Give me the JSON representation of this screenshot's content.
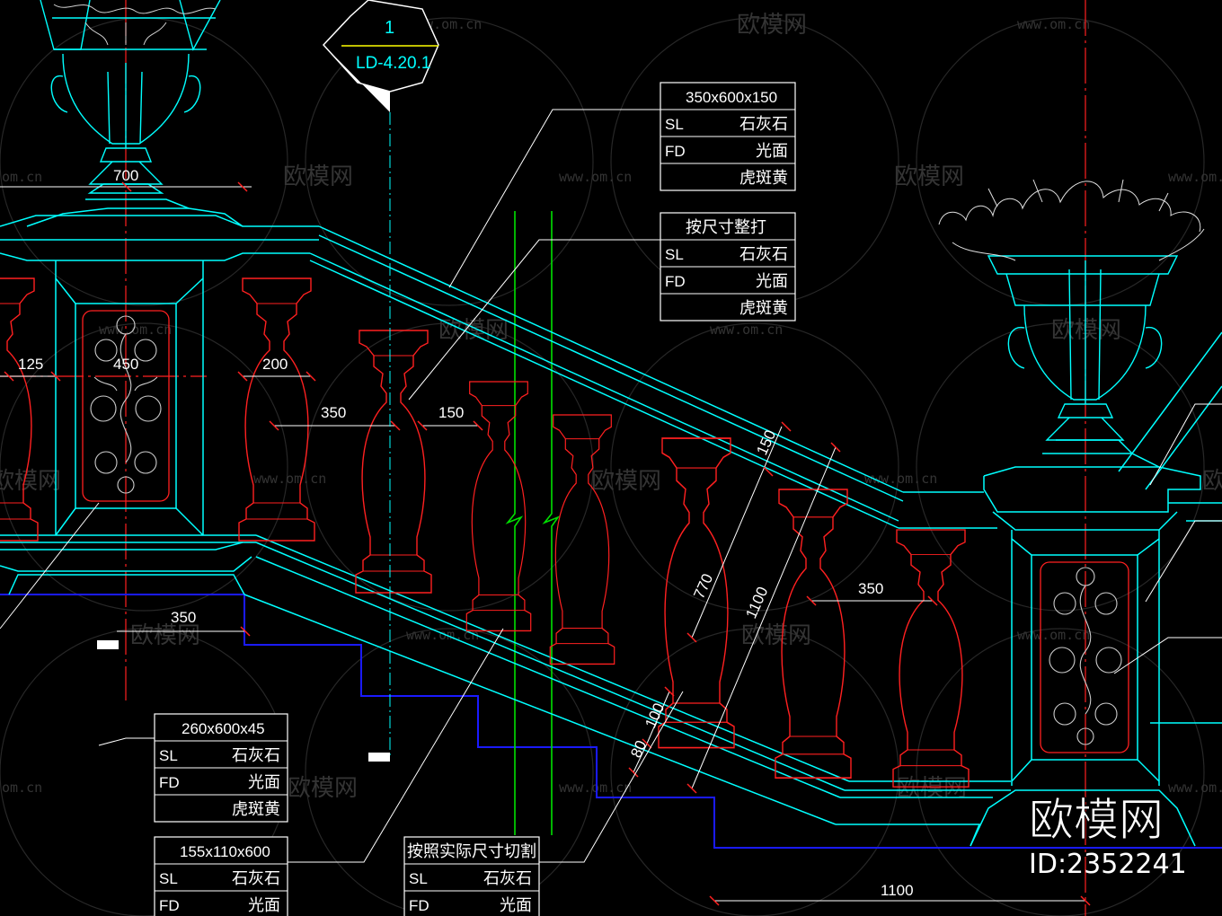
{
  "section_marker": {
    "number": "1",
    "ref": "LD-4.20.1"
  },
  "spec_tables": [
    {
      "header": "350x600x150",
      "rows": [
        [
          "SL",
          "石灰石"
        ],
        [
          "FD",
          "光面"
        ],
        [
          "",
          "虎斑黄"
        ]
      ]
    },
    {
      "header": "按尺寸整打",
      "rows": [
        [
          "SL",
          "石灰石"
        ],
        [
          "FD",
          "光面"
        ],
        [
          "",
          "虎斑黄"
        ]
      ]
    },
    {
      "header": "260x600x45",
      "rows": [
        [
          "SL",
          "石灰石"
        ],
        [
          "FD",
          "光面"
        ],
        [
          "",
          "虎斑黄"
        ]
      ]
    },
    {
      "header": "155x110x600",
      "rows": [
        [
          "SL",
          "石灰石"
        ],
        [
          "FD",
          "光面"
        ]
      ]
    },
    {
      "header": "按照实际尺寸切割",
      "rows": [
        [
          "SL",
          "石灰石"
        ],
        [
          "FD",
          "光面"
        ]
      ]
    }
  ],
  "dimensions": {
    "d700": "700",
    "d125": "125",
    "d450": "450",
    "d200": "200",
    "d350a": "350",
    "d150a": "150",
    "d350b": "350",
    "d350c": "350",
    "d1100b": "1100",
    "d150b": "150",
    "d770": "770",
    "d1100a": "1100",
    "d100": "100",
    "d80": "80"
  },
  "watermark": {
    "text": "欧模网",
    "url": "www.om.cn",
    "url_short": "om.cn"
  },
  "brand": {
    "name": "欧模网",
    "id": "ID:2352241"
  },
  "colors": {
    "cyan": "#00ffff",
    "red": "#ff2020",
    "blue": "#1a1aff",
    "green": "#00e000",
    "white": "#ffffff",
    "watermark": "#3a3a3a"
  }
}
